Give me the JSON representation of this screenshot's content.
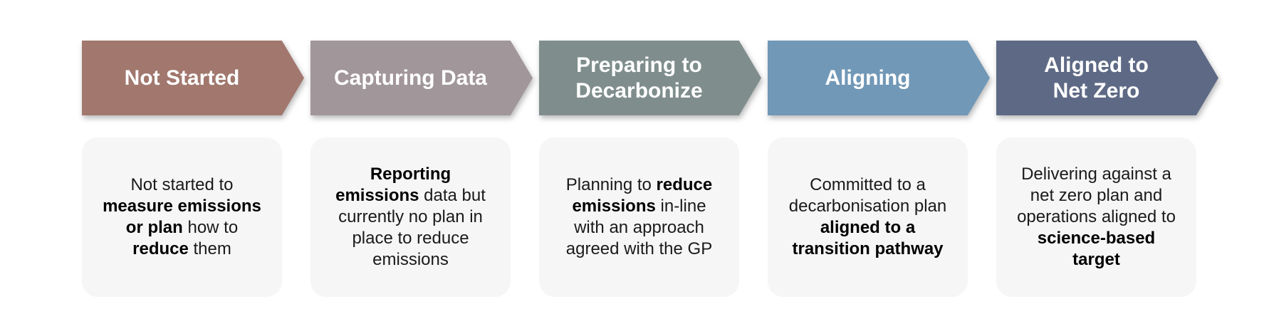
{
  "stages": [
    {
      "label": "Not Started",
      "color": "#a1776e",
      "description": [
        {
          "text": "Not started to ",
          "bold": false
        },
        {
          "text": "measure emissions or plan",
          "bold": true
        },
        {
          "text": " how to ",
          "bold": false
        },
        {
          "text": "reduce",
          "bold": true
        },
        {
          "text": " them",
          "bold": false
        }
      ]
    },
    {
      "label": "Capturing Data",
      "color": "#a19699",
      "description": [
        {
          "text": "Reporting emissions",
          "bold": true
        },
        {
          "text": " data but currently no plan in place to reduce emissions",
          "bold": false
        }
      ]
    },
    {
      "label": "Preparing to\nDecarbonize",
      "color": "#7f8e8c",
      "description": [
        {
          "text": "Planning to ",
          "bold": false
        },
        {
          "text": "reduce emissions",
          "bold": true
        },
        {
          "text": " in-line with an approach agreed with the GP",
          "bold": false
        }
      ]
    },
    {
      "label": "Aligning",
      "color": "#7198b7",
      "description": [
        {
          "text": "Committed to a decarbonisation plan ",
          "bold": false
        },
        {
          "text": "aligned to a transition pathway",
          "bold": true
        }
      ]
    },
    {
      "label": "Aligned to\nNet Zero",
      "color": "#5e6a85",
      "description": [
        {
          "text": "Delivering against a net zero plan and operations aligned to ",
          "bold": false
        },
        {
          "text": "science-based target",
          "bold": true
        }
      ]
    }
  ]
}
